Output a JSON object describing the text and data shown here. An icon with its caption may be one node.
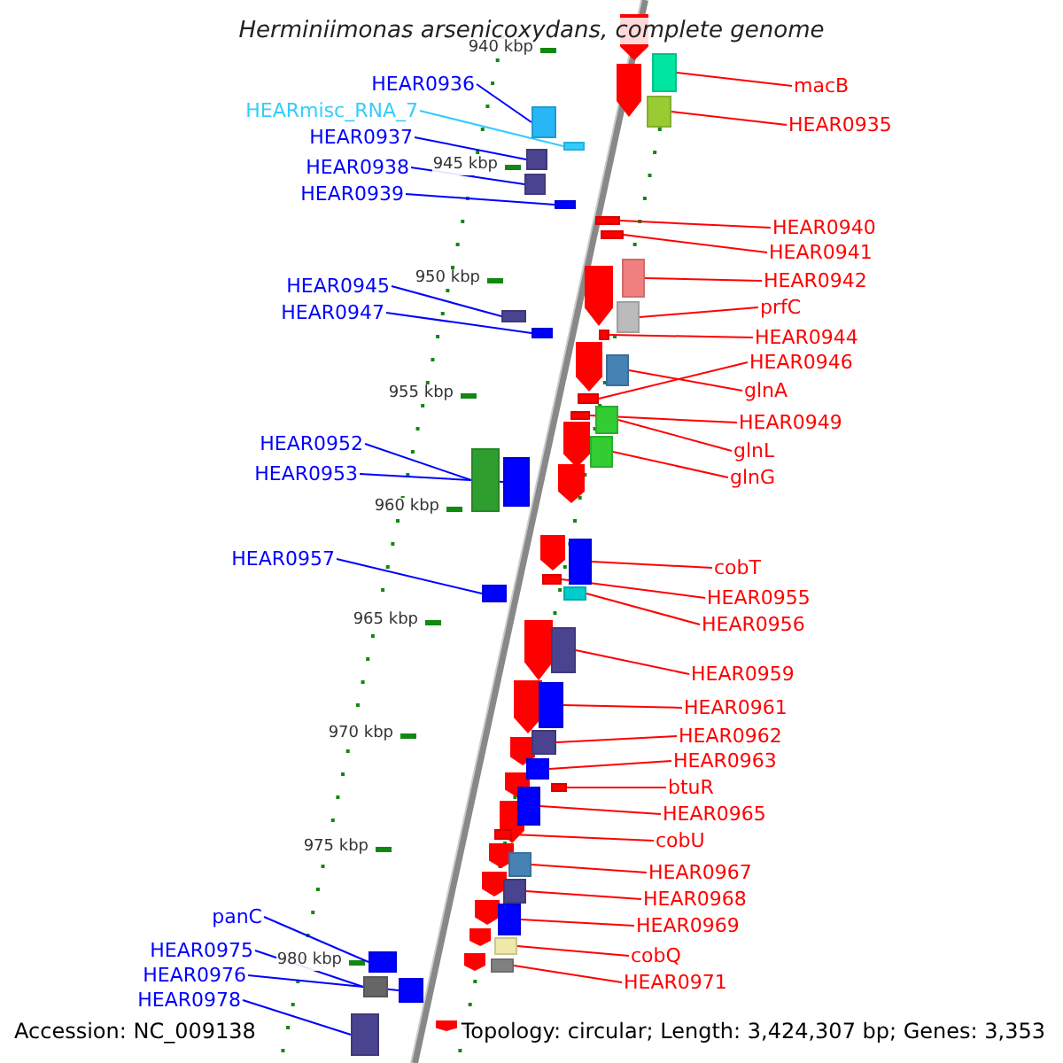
{
  "diagram": {
    "title": "Herminiimonas arsenicoxydans, complete genome",
    "nodes": [
      {
        "text": [
          "HEAR0936"
        ]
      },
      {
        "text": [
          "HEARmisc_RNA_7"
        ]
      },
      {
        "text": [
          "HEAR0937"
        ]
      },
      {
        "text": [
          "HEAR0938"
        ]
      },
      {
        "text": [
          "HEAR0939"
        ]
      },
      {
        "text": [
          "HEAR0945"
        ]
      },
      {
        "text": [
          "HEAR0947"
        ]
      },
      {
        "text": [
          "HEAR0952"
        ]
      },
      {
        "text": [
          "HEAR0953"
        ]
      },
      {
        "text": [
          "HEAR0957"
        ]
      },
      {
        "text": [
          "panC"
        ]
      },
      {
        "text": [
          "HEAR0975"
        ]
      },
      {
        "text": [
          "HEAR0976"
        ]
      },
      {
        "text": [
          "HEAR0978"
        ]
      },
      {
        "text": [
          "macB"
        ]
      },
      {
        "text": [
          "HEAR0935"
        ]
      },
      {
        "text": [
          "HEAR0940"
        ]
      },
      {
        "text": [
          "HEAR0941"
        ]
      },
      {
        "text": [
          "HEAR0942"
        ]
      },
      {
        "text": [
          "prfC"
        ]
      },
      {
        "text": [
          "HEAR0944"
        ]
      },
      {
        "text": [
          "HEAR0946"
        ]
      },
      {
        "text": [
          "glnA"
        ]
      },
      {
        "text": [
          "HEAR0949"
        ]
      },
      {
        "text": [
          "glnL"
        ]
      },
      {
        "text": [
          "glnG"
        ]
      },
      {
        "text": [
          "cobT"
        ]
      },
      {
        "text": [
          "HEAR0955"
        ]
      },
      {
        "text": [
          "HEAR0956"
        ]
      },
      {
        "text": [
          "HEAR0959"
        ]
      },
      {
        "text": [
          "HEAR0961"
        ]
      },
      {
        "text": [
          "HEAR0962"
        ]
      },
      {
        "text": [
          "HEAR0963"
        ]
      },
      {
        "text": [
          "btuR"
        ]
      },
      {
        "text": [
          "HEAR0965"
        ]
      },
      {
        "text": [
          "cobU"
        ]
      },
      {
        "text": [
          "HEAR0967"
        ]
      },
      {
        "text": [
          "HEAR0968"
        ]
      },
      {
        "text": [
          "HEAR0969"
        ]
      },
      {
        "text": [
          "cobQ"
        ]
      },
      {
        "text": [
          "HEAR0971"
        ]
      },
      {
        "text": [],
        "shape": "box"
      },
      {
        "text": [],
        "shape": "box"
      },
      {
        "text": [],
        "shape": "box"
      },
      {
        "text": [],
        "shape": "box"
      },
      {
        "text": [],
        "shape": "box"
      },
      {
        "text": [],
        "shape": "box"
      },
      {
        "text": [],
        "shape": "box"
      },
      {
        "text": [],
        "shape": "box"
      },
      {
        "text": [],
        "shape": "box"
      },
      {
        "text": [],
        "shape": "box"
      },
      {
        "text": [],
        "shape": "box"
      },
      {
        "text": [],
        "shape": "box"
      },
      {
        "text": [],
        "shape": "box"
      },
      {
        "text": [],
        "shape": "box"
      },
      {
        "text": [],
        "shape": "box"
      },
      {
        "text": [],
        "shape": "box"
      },
      {
        "text": [],
        "shape": "box"
      },
      {
        "text": [],
        "shape": "box"
      },
      {
        "text": [],
        "shape": "box"
      },
      {
        "text": [],
        "shape": "box"
      },
      {
        "text": [],
        "shape": "box"
      },
      {
        "text": [],
        "shape": "box"
      },
      {
        "text": [],
        "shape": "box"
      },
      {
        "text": [],
        "shape": "box"
      },
      {
        "text": [],
        "shape": "box"
      },
      {
        "text": [],
        "shape": "box"
      },
      {
        "text": [],
        "shape": "box"
      },
      {
        "text": [],
        "shape": "box"
      },
      {
        "text": [],
        "shape": "box"
      },
      {
        "text": [],
        "shape": "box"
      },
      {
        "text": [],
        "shape": "box"
      },
      {
        "text": [],
        "shape": "box"
      },
      {
        "text": [],
        "shape": "box"
      },
      {
        "text": [],
        "shape": "box"
      },
      {
        "text": [],
        "shape": "box"
      },
      {
        "text": [],
        "shape": "box"
      },
      {
        "text": [],
        "shape": "box"
      },
      {
        "text": [],
        "shape": "box"
      },
      {
        "text": [],
        "shape": "box"
      },
      {
        "text": [],
        "shape": "box"
      },
      {
        "text": [],
        "shape": "box"
      }
    ],
    "edges": [
      {
        "from": 0,
        "to": 41,
        "arrow": "none",
        "color": "#0000ff"
      },
      {
        "from": 1,
        "to": 42,
        "arrow": "none",
        "color": "#33ccff"
      },
      {
        "from": 2,
        "to": 43,
        "arrow": "none",
        "color": "#0000ff"
      },
      {
        "from": 3,
        "to": 44,
        "arrow": "none",
        "color": "#0000ff"
      },
      {
        "from": 4,
        "to": 45,
        "arrow": "none",
        "color": "#0000ff"
      },
      {
        "from": 5,
        "to": 46,
        "arrow": "none",
        "color": "#0000ff"
      },
      {
        "from": 6,
        "to": 47,
        "arrow": "none",
        "color": "#0000ff"
      },
      {
        "from": 7,
        "to": 48,
        "arrow": "none",
        "color": "#0000ff"
      },
      {
        "from": 8,
        "to": 49,
        "arrow": "none",
        "color": "#0000ff"
      },
      {
        "from": 9,
        "to": 50,
        "arrow": "none",
        "color": "#0000ff"
      },
      {
        "from": 10,
        "to": 51,
        "arrow": "none",
        "color": "#0000ff"
      },
      {
        "from": 11,
        "to": 52,
        "arrow": "none",
        "color": "#0000ff"
      },
      {
        "from": 12,
        "to": 53,
        "arrow": "none",
        "color": "#0000ff"
      },
      {
        "from": 13,
        "to": 54,
        "arrow": "none",
        "color": "#0000ff"
      },
      {
        "from": 14,
        "to": 55,
        "arrow": "none"
      },
      {
        "from": 15,
        "to": 56,
        "arrow": "none"
      },
      {
        "from": 16,
        "to": 57,
        "arrow": "none"
      },
      {
        "from": 17,
        "to": 58,
        "arrow": "none"
      },
      {
        "from": 18,
        "to": 59,
        "arrow": "none"
      },
      {
        "from": 19,
        "to": 60,
        "arrow": "none"
      },
      {
        "from": 20,
        "to": 61,
        "arrow": "none"
      },
      {
        "from": 21,
        "to": 62,
        "arrow": "none"
      },
      {
        "from": 22,
        "to": 63,
        "arrow": "none"
      },
      {
        "from": 23,
        "to": 64,
        "arrow": "none"
      },
      {
        "from": 24,
        "to": 65,
        "arrow": "none"
      },
      {
        "from": 25,
        "to": 66,
        "arrow": "none"
      },
      {
        "from": 26,
        "to": 67,
        "arrow": "none"
      },
      {
        "from": 27,
        "to": 68,
        "arrow": "none"
      },
      {
        "from": 28,
        "to": 69,
        "arrow": "none"
      },
      {
        "from": 29,
        "to": 70,
        "arrow": "none"
      },
      {
        "from": 30,
        "to": 71,
        "arrow": "none"
      },
      {
        "from": 31,
        "to": 72,
        "arrow": "none"
      },
      {
        "from": 32,
        "to": 73,
        "arrow": "none"
      },
      {
        "from": 33,
        "to": 74,
        "arrow": "none"
      },
      {
        "from": 34,
        "to": 75,
        "arrow": "none"
      },
      {
        "from": 35,
        "to": 76,
        "arrow": "none"
      },
      {
        "from": 36,
        "to": 77,
        "arrow": "none"
      },
      {
        "from": 37,
        "to": 78,
        "arrow": "none"
      },
      {
        "from": 38,
        "to": 79,
        "arrow": "none"
      },
      {
        "from": 39,
        "to": 80,
        "arrow": "none"
      },
      {
        "from": 40,
        "to": 81,
        "arrow": "none"
      }
    ],
    "labels": [
      "940 kbp",
      "945 kbp",
      "950 kbp",
      "955 kbp",
      "960 kbp",
      "965 kbp",
      "970 kbp",
      "975 kbp",
      "980 kbp",
      "Accession: NC_009138",
      "Topology: circular; Length: 3,424,307 bp; Genes: 3,353"
    ]
  }
}
